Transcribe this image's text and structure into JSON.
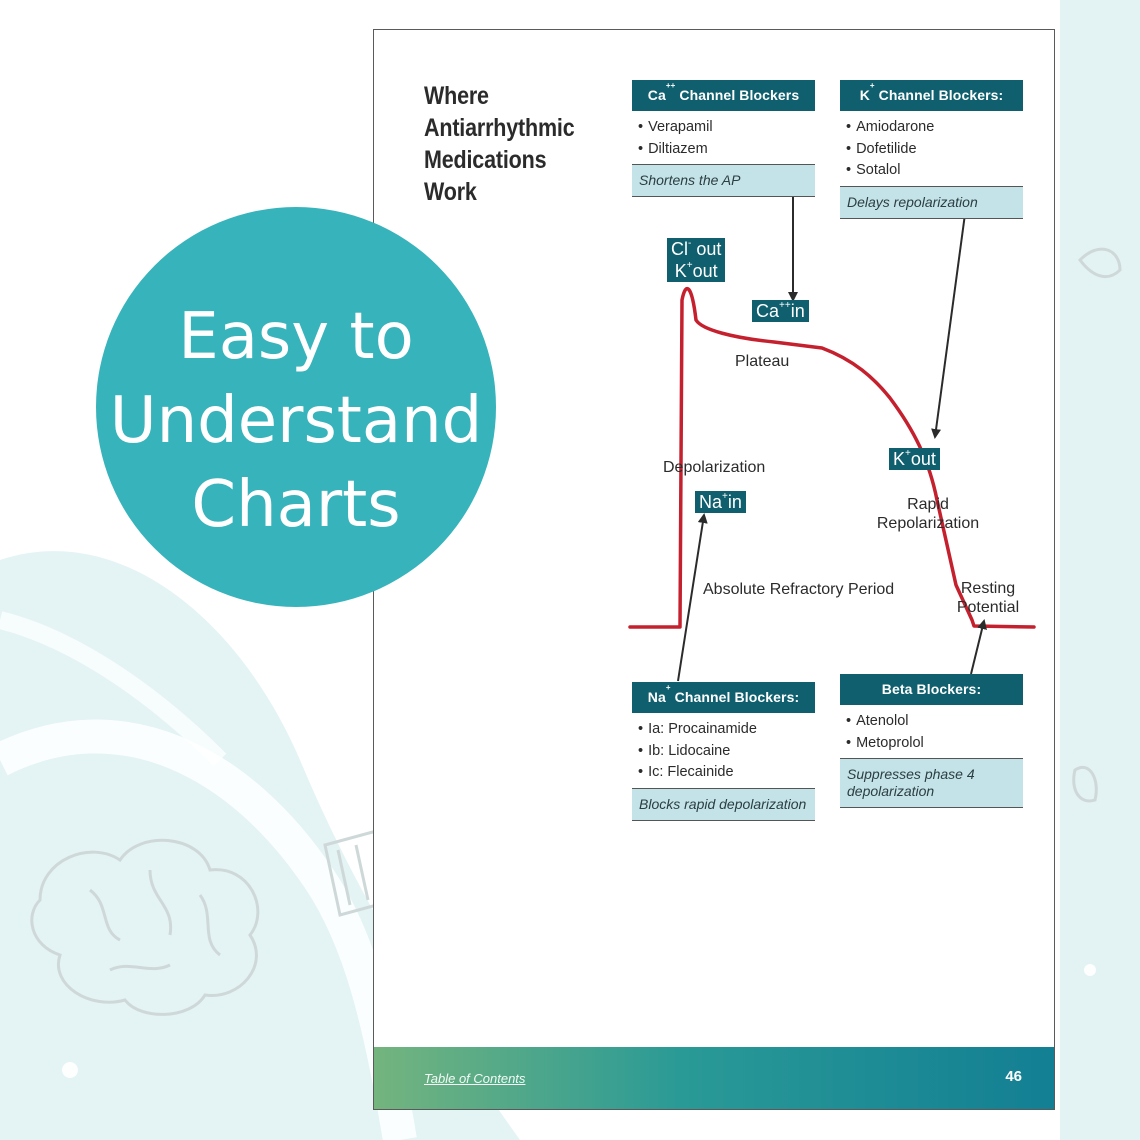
{
  "promo": {
    "line1": "Easy to",
    "line2": "Understand",
    "line3": "Charts"
  },
  "page": {
    "title": "Where Antiarrhythmic Medications Work",
    "footer_link": "Table of Contents",
    "page_number": "46"
  },
  "boxes": {
    "ca": {
      "title_sym": "Ca",
      "title_sup": "++",
      "title_rest": " Channel Blockers",
      "items": [
        "Verapamil",
        "Diltiazem"
      ],
      "note": "Shortens the AP"
    },
    "k": {
      "title_sym": "K",
      "title_sup": "+",
      "title_rest": " Channel Blockers:",
      "items": [
        "Amiodarone",
        "Dofetilide",
        "Sotalol"
      ],
      "note": "Delays repolarization"
    },
    "na": {
      "title_sym": "Na",
      "title_sup": "+",
      "title_rest": " Channel Blockers:",
      "items": [
        "Ia: Procainamide",
        "Ib: Lidocaine",
        "Ic: Flecainide"
      ],
      "note": "Blocks rapid depolarization"
    },
    "beta": {
      "title": "Beta Blockers:",
      "items": [
        "Atenolol",
        "Metoprolol"
      ],
      "note": "Suppresses phase 4 depolarization"
    }
  },
  "ions": {
    "cl_sym": "Cl",
    "cl_sup": "-",
    "cl_rest": " out",
    "k1_sym": "K",
    "k1_sup": "+",
    "k1_rest": "out",
    "ca_sym": "Ca",
    "ca_sup": "++",
    "ca_rest": "in",
    "k2_sym": "K",
    "k2_sup": "+",
    "k2_rest": "out",
    "na_sym": "Na",
    "na_sup": "+",
    "na_rest": "in"
  },
  "labels": {
    "plateau": "Plateau",
    "depolarization": "Depolarization",
    "rapid1": "Rapid",
    "rapid2": "Repolarization",
    "arp": "Absolute Refractory Period",
    "resting1": "Resting",
    "resting2": "Potential"
  },
  "colors": {
    "box_header": "#0f5f6e",
    "note_bg": "#c4e3e8",
    "curve": "#c4202e",
    "circle": "#36b3bb"
  }
}
